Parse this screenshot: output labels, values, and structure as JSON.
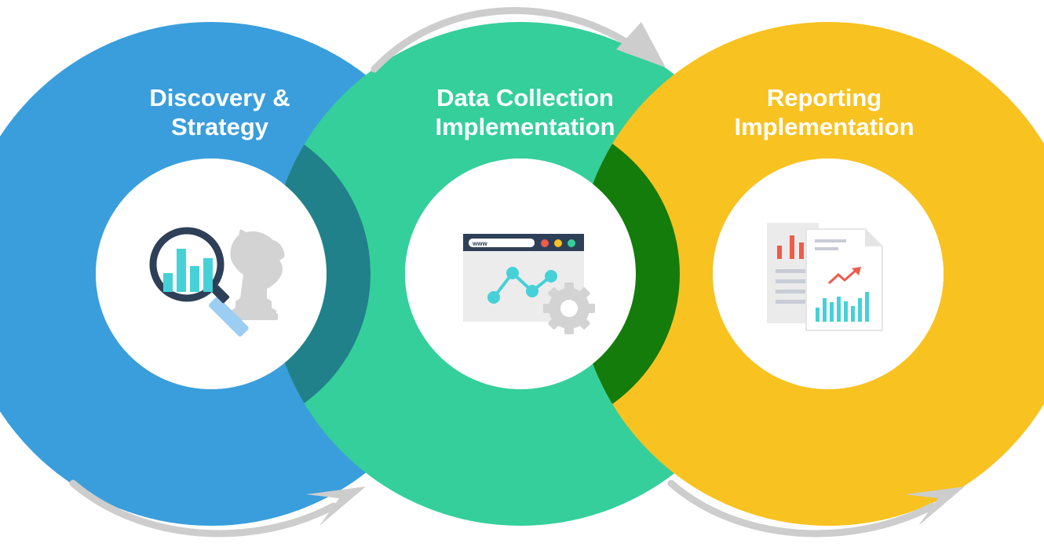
{
  "stages": [
    {
      "title_line1": "Discovery &",
      "title_line2": "Strategy",
      "color": "#3A9EDC",
      "icon": "magnifier-chart-chess-knight-icon"
    },
    {
      "title_line1": "Data Collection",
      "title_line2": "Implementation",
      "color": "#35CF9B",
      "icon": "browser-chart-gear-icon"
    },
    {
      "title_line1": "Reporting",
      "title_line2": "Implementation",
      "color": "#F8C221",
      "icon": "report-documents-icon"
    }
  ],
  "overlap_colors": [
    "#21818A",
    "#137C0B"
  ],
  "arrow_color": "#CDCDCD",
  "browser_url_text": "www"
}
